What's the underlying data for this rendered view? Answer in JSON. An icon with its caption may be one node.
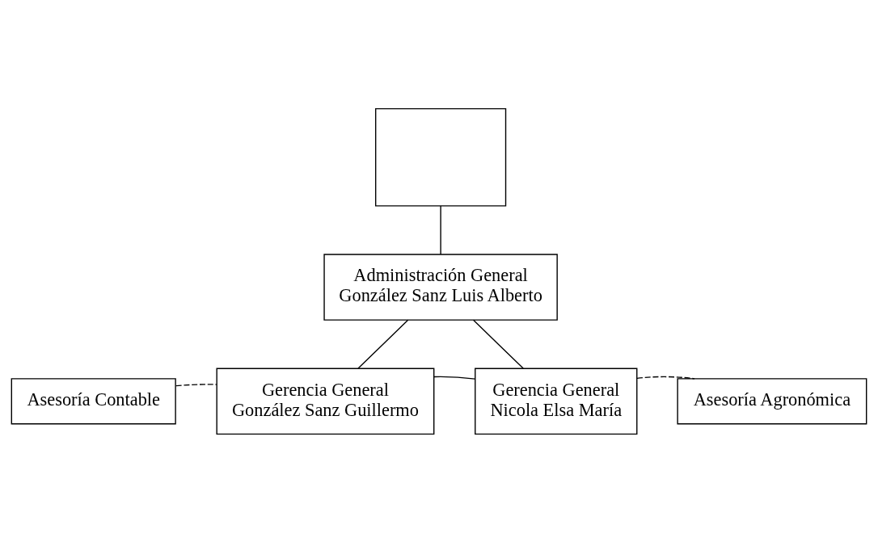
{
  "diagram": {
    "nodes": [
      {
        "text": [],
        "shape": "box"
      },
      {
        "text": [
          "Administración General",
          "González Sanz Luis Alberto"
        ]
      },
      {
        "text": [
          "Asesoría Contable"
        ]
      },
      {
        "text": [
          "Gerencia General",
          "González Sanz Guillermo"
        ]
      },
      {
        "text": [
          "Gerencia General",
          "Nicola Elsa María"
        ]
      },
      {
        "text": [
          "Asesoría Agronómica"
        ]
      }
    ],
    "edges": [
      {
        "from": 0,
        "to": 1,
        "arrow": "none"
      },
      {
        "from": 1,
        "to": 3,
        "arrow": "none"
      },
      {
        "from": 1,
        "to": 4,
        "arrow": "none"
      },
      {
        "from": 2,
        "to": 3,
        "arrow": "none",
        "style": "dashed"
      },
      {
        "from": 3,
        "to": 4,
        "arrow": "none"
      },
      {
        "from": 4,
        "to": 5,
        "arrow": "none",
        "style": "dashed"
      }
    ]
  }
}
